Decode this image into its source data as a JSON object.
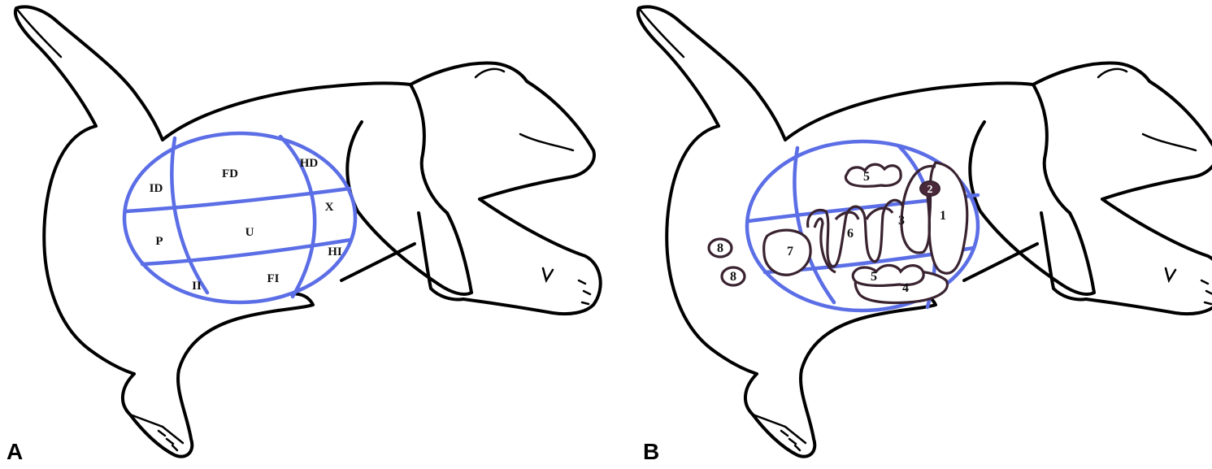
{
  "panels": [
    {
      "letter": "A",
      "regions": {
        "id": "ID",
        "fd": "FD",
        "hd": "HD",
        "x": "X",
        "u": "U",
        "p": "P",
        "hi": "HI",
        "ii": "II",
        "fi": "FI"
      }
    },
    {
      "letter": "B",
      "organs": {
        "o1": "1",
        "o2": "2",
        "o3": "3",
        "o4": "4",
        "o5a": "5",
        "o5b": "5",
        "o6": "6",
        "o7": "7",
        "o8a": "8",
        "o8b": "8"
      }
    }
  ],
  "colors": {
    "grid": "#5b6ee6",
    "organ_outline": "#3a2330",
    "organ_dark_fill": "#4a2a3a",
    "outline": "#000000"
  }
}
